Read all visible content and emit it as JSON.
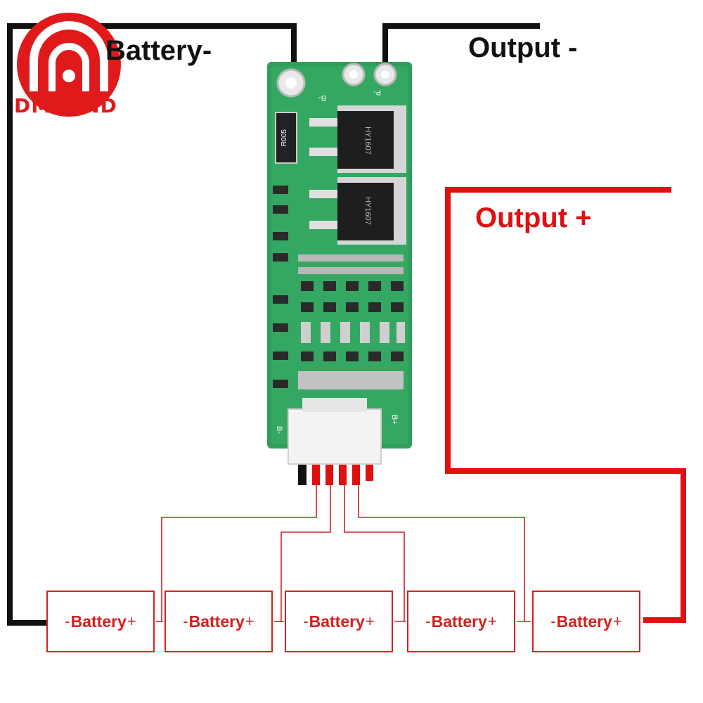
{
  "labels": {
    "battery_neg": "Battery-",
    "output_neg": "Output -",
    "output_pos": "Output +"
  },
  "logo": {
    "text": "DMYOND",
    "color": "#e01a1a"
  },
  "pcb": {
    "pad_neg": "B-",
    "pad_out": "P-",
    "resistor": "R005",
    "mosfet_1": "HY1607",
    "mosfet_2": "HY1607",
    "conn_left": "B-",
    "conn_right": "B+"
  },
  "batteries": [
    {
      "neg": "-",
      "name": "Battery",
      "pos": "+"
    },
    {
      "neg": "-",
      "name": "Battery",
      "pos": "+"
    },
    {
      "neg": "-",
      "name": "Battery",
      "pos": "+"
    },
    {
      "neg": "-",
      "name": "Battery",
      "pos": "+"
    },
    {
      "neg": "-",
      "name": "Battery",
      "pos": "+"
    }
  ],
  "colors": {
    "wire_black": "#111111",
    "wire_red": "#e01010",
    "battery_red": "#d42020",
    "pcb_green": "#2f9e5a"
  }
}
